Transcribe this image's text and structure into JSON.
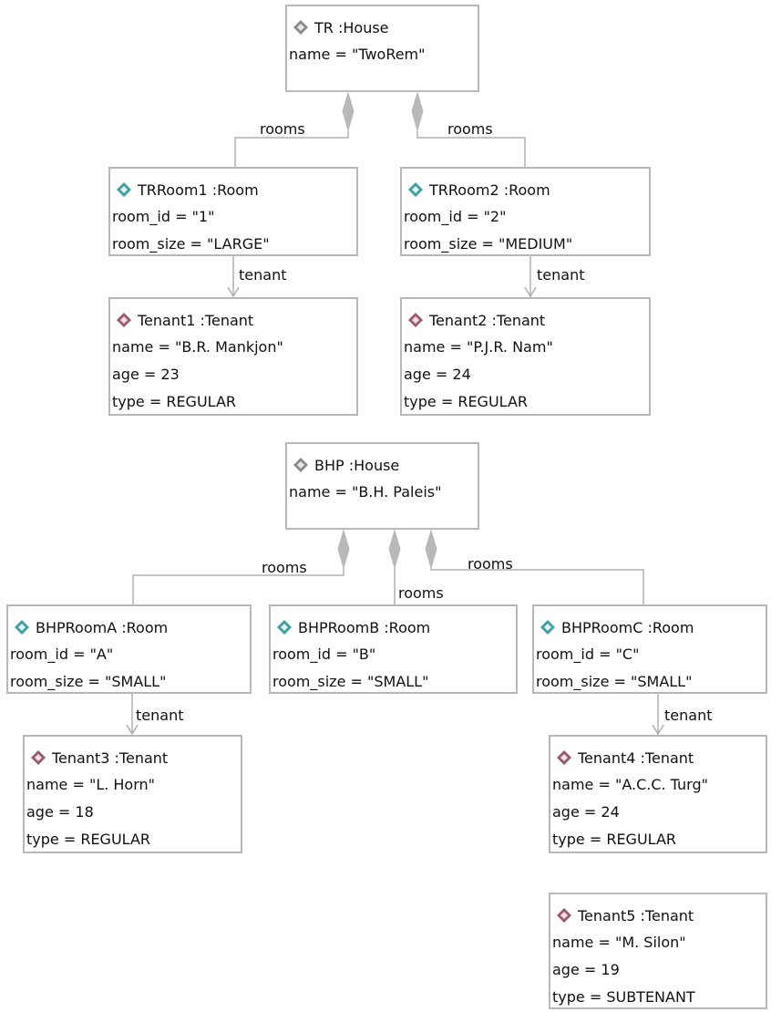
{
  "colors": {
    "border": "#b8b8b8",
    "link": "#b0b0b0",
    "house_icon": "#8a8a8a",
    "room_icon": "#3fa0a6",
    "tenant_icon": "#9a5a6a"
  },
  "objects": {
    "tr": {
      "icon": "gray-diamond-icon",
      "title": "TR :House",
      "attrs": [
        "name = \"TwoRem\""
      ]
    },
    "trroom1": {
      "icon": "teal-diamond-icon",
      "title": "TRRoom1 :Room",
      "attrs": [
        "room_id = \"1\"",
        "room_size = \"LARGE\""
      ]
    },
    "trroom2": {
      "icon": "teal-diamond-icon",
      "title": "TRRoom2 :Room",
      "attrs": [
        "room_id = \"2\"",
        "room_size = \"MEDIUM\""
      ]
    },
    "tenant1": {
      "icon": "maroon-diamond-icon",
      "title": "Tenant1 :Tenant",
      "attrs": [
        "name = \"B.R. Mankjon\"",
        "age = 23",
        "type = REGULAR"
      ]
    },
    "tenant2": {
      "icon": "maroon-diamond-icon",
      "title": "Tenant2 :Tenant",
      "attrs": [
        "name = \"P.J.R. Nam\"",
        "age = 24",
        "type = REGULAR"
      ]
    },
    "bhp": {
      "icon": "gray-diamond-icon",
      "title": "BHP :House",
      "attrs": [
        "name = \"B.H. Paleis\""
      ]
    },
    "bhproomA": {
      "icon": "teal-diamond-icon",
      "title": "BHPRoomA :Room",
      "attrs": [
        "room_id = \"A\"",
        "room_size = \"SMALL\""
      ]
    },
    "bhproomB": {
      "icon": "teal-diamond-icon",
      "title": "BHPRoomB :Room",
      "attrs": [
        "room_id = \"B\"",
        "room_size = \"SMALL\""
      ]
    },
    "bhproomC": {
      "icon": "teal-diamond-icon",
      "title": "BHPRoomC :Room",
      "attrs": [
        "room_id = \"C\"",
        "room_size = \"SMALL\""
      ]
    },
    "tenant3": {
      "icon": "maroon-diamond-icon",
      "title": "Tenant3 :Tenant",
      "attrs": [
        "name = \"L. Horn\"",
        "age = 18",
        "type = REGULAR"
      ]
    },
    "tenant4": {
      "icon": "maroon-diamond-icon",
      "title": "Tenant4 :Tenant",
      "attrs": [
        "name = \"A.C.C. Turg\"",
        "age = 24",
        "type = REGULAR"
      ]
    },
    "tenant5": {
      "icon": "maroon-diamond-icon",
      "title": "Tenant5 :Tenant",
      "attrs": [
        "name = \"M. Silon\"",
        "age = 19",
        "type = SUBTENANT"
      ]
    }
  },
  "links": [
    {
      "kind": "composition",
      "from": "tr",
      "to": "trroom1",
      "label": "rooms"
    },
    {
      "kind": "composition",
      "from": "tr",
      "to": "trroom2",
      "label": "rooms"
    },
    {
      "kind": "association",
      "from": "trroom1",
      "to": "tenant1",
      "label": "tenant"
    },
    {
      "kind": "association",
      "from": "trroom2",
      "to": "tenant2",
      "label": "tenant"
    },
    {
      "kind": "composition",
      "from": "bhp",
      "to": "bhproomA",
      "label": "rooms"
    },
    {
      "kind": "composition",
      "from": "bhp",
      "to": "bhproomB",
      "label": "rooms"
    },
    {
      "kind": "composition",
      "from": "bhp",
      "to": "bhproomC",
      "label": "rooms"
    },
    {
      "kind": "association",
      "from": "bhproomA",
      "to": "tenant3",
      "label": "tenant"
    },
    {
      "kind": "association",
      "from": "bhproomC",
      "to": "tenant4",
      "label": "tenant"
    }
  ]
}
